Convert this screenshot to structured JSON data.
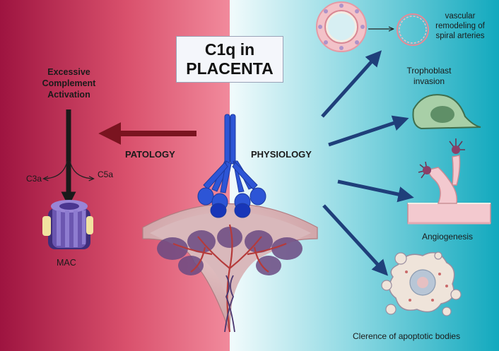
{
  "title": {
    "line1": "C1q in",
    "line2": "PLACENTA"
  },
  "left": {
    "heading_line1": "Excessive",
    "heading_line2": "Complement",
    "heading_line3": "Activation",
    "c3a": "C3a",
    "c5a": "C5a",
    "mac": "MAC",
    "section": "PATOLOGY"
  },
  "right": {
    "section": "PHYSIOLOGY",
    "vascular_line1": "vascular",
    "vascular_line2": "remodeling of",
    "vascular_line3": "spiral arteries",
    "trophoblast_line1": "Trophoblast",
    "trophoblast_line2": "invasion",
    "angiogenesis": "Angiogenesis",
    "clearance": "Clerence of apoptotic bodies"
  },
  "colors": {
    "pathology_dark": "#a3163f",
    "pathology_light": "#f1879a",
    "physiology_light": "#eef8fa",
    "physiology_dark": "#1aaec2",
    "arrow_blue": "#1f3f7a",
    "arrow_red": "#7a1420",
    "c1q_blue": "#2d55d6"
  }
}
